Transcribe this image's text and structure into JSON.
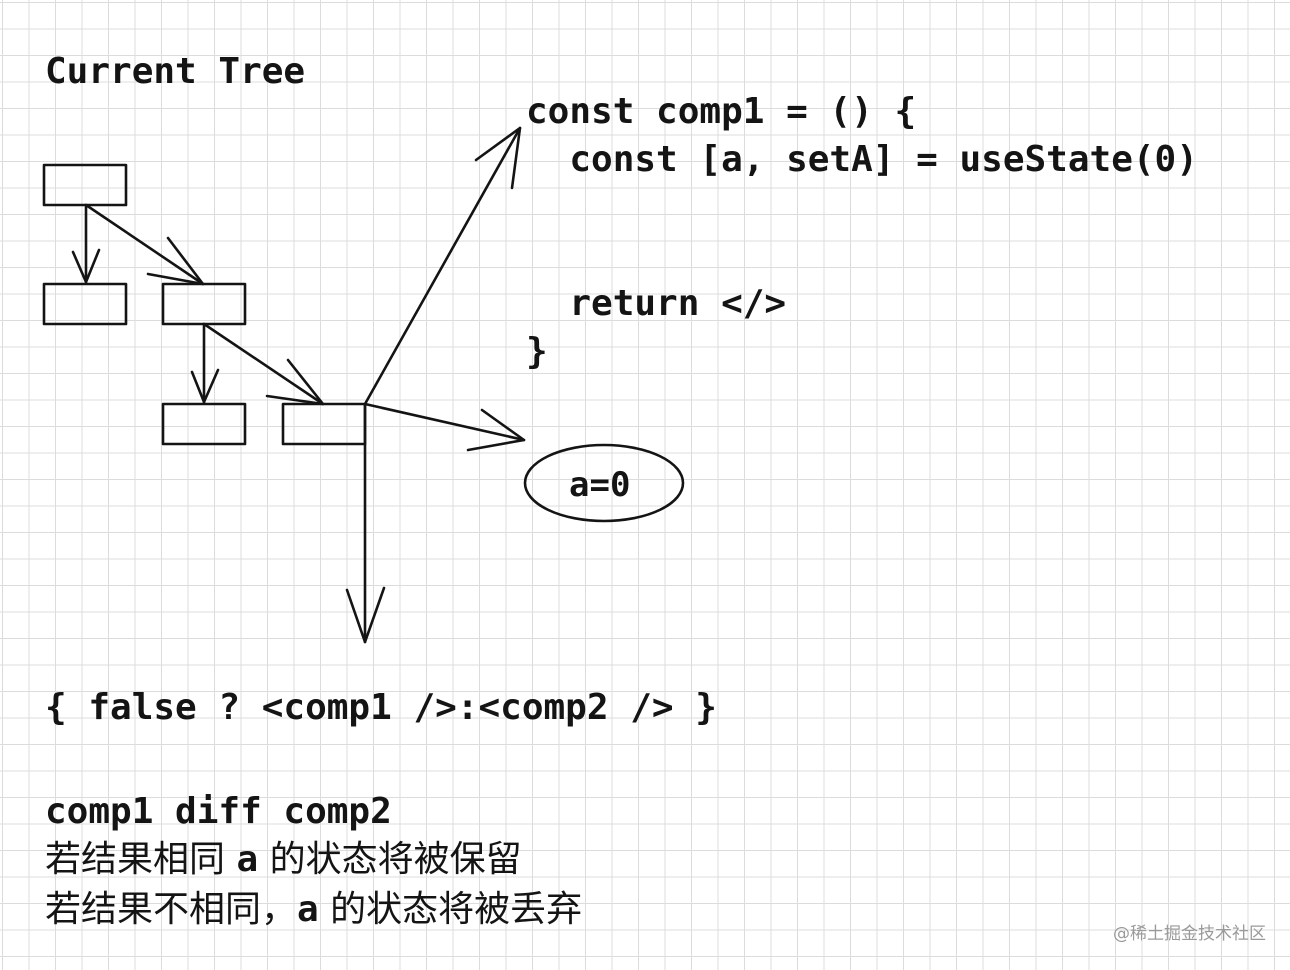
{
  "title": "Current Tree",
  "code": {
    "line1": "const comp1 = () {",
    "line2": "  const [a, setA] = useState(0)",
    "line3": "  return </>",
    "line4": "}"
  },
  "state_label": "a=0",
  "expression": "{ false ? <comp1 />:<comp2 /> }",
  "notes": {
    "line1": "comp1 diff comp2",
    "line2_prefix": "若结果相同 ",
    "line2_var": "a",
    "line2_suffix": " 的状态将被保留",
    "line3_prefix": "若结果不相同，",
    "line3_var": "a",
    "line3_suffix": " 的状态将被丢弃"
  },
  "watermark": "@稀土掘金技术社区",
  "colors": {
    "ink": "#141414",
    "grid": "#dcdcdc",
    "watermark": "#9a9a9a"
  }
}
